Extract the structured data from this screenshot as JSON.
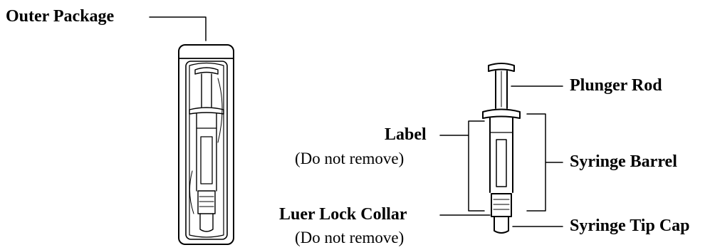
{
  "labels": {
    "outer_package": "Outer Package",
    "plunger_rod": "Plunger Rod",
    "label": "Label",
    "label_note": "(Do not remove)",
    "syringe_barrel": "Syringe Barrel",
    "luer_lock_collar": "Luer Lock Collar",
    "luer_note": "(Do not remove)",
    "syringe_tip_cap": "Syringe Tip Cap"
  }
}
